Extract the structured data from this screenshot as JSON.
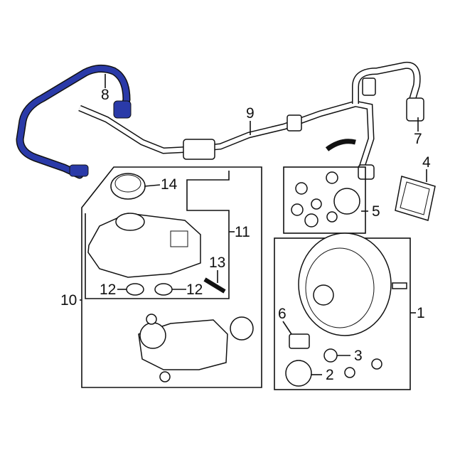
{
  "diagram": {
    "highlight_color": "#2a3aa8",
    "callouts": [
      {
        "id": "c1",
        "label": "1"
      },
      {
        "id": "c2",
        "label": "2"
      },
      {
        "id": "c3",
        "label": "3"
      },
      {
        "id": "c4",
        "label": "4"
      },
      {
        "id": "c5",
        "label": "5"
      },
      {
        "id": "c6",
        "label": "6"
      },
      {
        "id": "c7",
        "label": "7"
      },
      {
        "id": "c8",
        "label": "8"
      },
      {
        "id": "c9",
        "label": "9"
      },
      {
        "id": "c10",
        "label": "10"
      },
      {
        "id": "c11",
        "label": "11"
      },
      {
        "id": "c12a",
        "label": "12"
      },
      {
        "id": "c12b",
        "label": "12"
      },
      {
        "id": "c13",
        "label": "13"
      },
      {
        "id": "c14",
        "label": "14"
      }
    ]
  }
}
